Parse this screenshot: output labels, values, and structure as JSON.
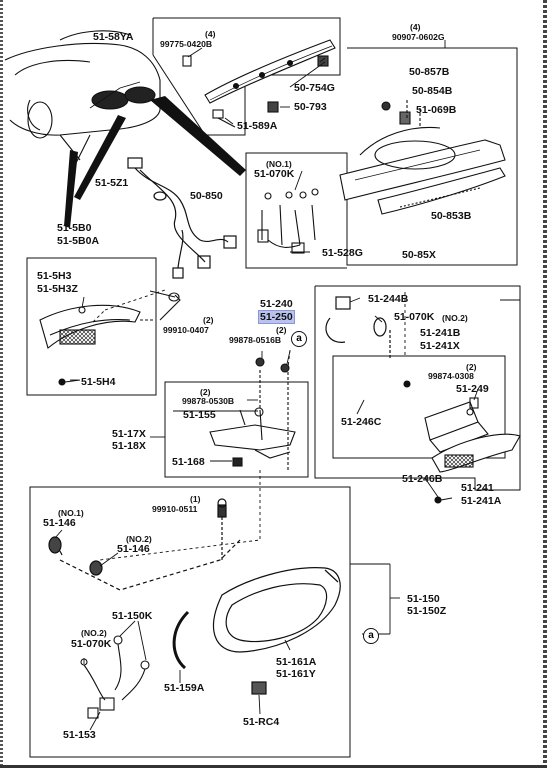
{
  "labels": {
    "p_51_58ya": "51-58YA",
    "q4_a": "(4)",
    "p_99775_0420b": "99775-0420B",
    "q4_b": "(4)",
    "p_90907_0602g": "90907-0602G",
    "p_50_754g": "50-754G",
    "p_50_793": "50-793",
    "p_51_589a": "51-589A",
    "p_50_857b": "50-857B",
    "p_50_854b": "50-854B",
    "p_51_069b": "51-069B",
    "p_51_5z1": "51-5Z1",
    "no1_a": "(NO.1)",
    "p_51_070k_a": "51-070K",
    "p_50_850": "50-850",
    "p_50_853b": "50-853B",
    "p_51_528g": "51-528G",
    "p_50_85x": "50-85X",
    "p_51_5b0": "51-5B0",
    "p_51_5b0a": "51-5B0A",
    "p_51_5h3": "51-5H3",
    "p_51_5h3z": "51-5H3Z",
    "q2_a": "(2)",
    "p_99910_0407": "99910-0407",
    "p_51_5h4": "51-5H4",
    "p_51_240": "51-240",
    "p_51_250": "51-250",
    "q2_b": "(2)",
    "p_99878_0516b": "99878-0516B",
    "p_51_244b": "51-244B",
    "p_51_070k_no2": "51-070K",
    "no2_a": "(NO.2)",
    "p_51_241b": "51-241B",
    "p_51_241x": "51-241X",
    "q2_c": "(2)",
    "p_99874_0308": "99874-0308",
    "p_51_249": "51-249",
    "p_51_246c": "51-246C",
    "q2_d": "(2)",
    "p_99878_0530b": "99878-0530B",
    "p_51_155": "51-155",
    "p_51_17x": "51-17X",
    "p_51_18x": "51-18X",
    "p_51_168": "51-168",
    "p_51_246b": "51-246B",
    "p_51_241": "51-241",
    "p_51_241a": "51-241A",
    "q1_a": "(1)",
    "p_99910_0511": "99910-0511",
    "no1_b": "(NO.1)",
    "p_51_146_a": "51-146",
    "no2_b": "(NO.2)",
    "p_51_146_b": "51-146",
    "p_51_150": "51-150",
    "p_51_150z": "51-150Z",
    "p_51_150k": "51-150K",
    "no2_c": "(NO.2)",
    "p_51_070k_b": "51-070K",
    "p_51_159a": "51-159A",
    "p_51_161a": "51-161A",
    "p_51_161y": "51-161Y",
    "p_51_153": "51-153",
    "p_51_rc4": "51-RC4",
    "ref_a1": "a",
    "ref_a2": "a"
  },
  "highlight_color": "#b9c3ee"
}
